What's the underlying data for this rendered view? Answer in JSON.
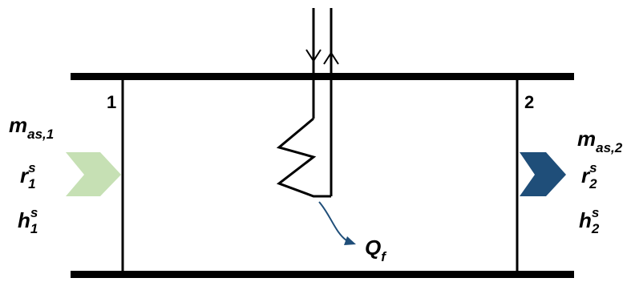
{
  "diagram": {
    "section_1": {
      "number": "1"
    },
    "section_2": {
      "number": "2"
    },
    "inlet": {
      "mass_flow": {
        "base": "m",
        "sub": "as,1"
      },
      "humidity": {
        "base": "r",
        "sup": "s",
        "sub": "1"
      },
      "enthalpy": {
        "base": "h",
        "sup": "s",
        "sub": "1"
      }
    },
    "outlet": {
      "mass_flow": {
        "base": "m",
        "sub": "as,2"
      },
      "humidity": {
        "base": "r",
        "sup": "s",
        "sub": "2"
      },
      "enthalpy": {
        "base": "h",
        "sup": "s",
        "sub": "2"
      }
    },
    "heat": {
      "base": "Q",
      "sub": "f"
    },
    "colors": {
      "inlet_arrow": "#c6e0b4",
      "outlet_arrow": "#1f4e79",
      "heat_arrow": "#1f4e79",
      "lines": "#000000"
    }
  }
}
